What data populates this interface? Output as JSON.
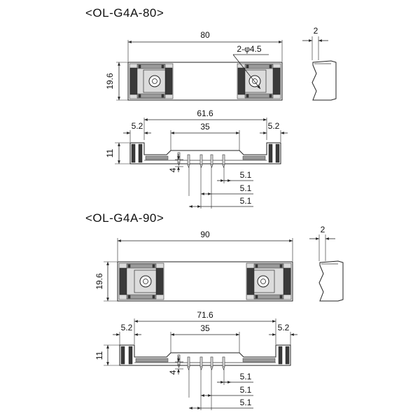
{
  "sections": [
    {
      "title": "<OL-G4A-80>",
      "top_view": {
        "length": "80",
        "height": "19.6",
        "hole": "2-φ4.5"
      },
      "side_view": {
        "thickness": "2"
      },
      "front_view": {
        "overall": "61.6",
        "inner": "35",
        "left_edge": "5.2",
        "right_edge": "5.2",
        "height": "11",
        "pin_len": "4",
        "pitch_1": "5.1",
        "pitch_2": "5.1",
        "pitch_3": "5.1"
      }
    },
    {
      "title": "<OL-G4A-90>",
      "top_view": {
        "length": "90",
        "height": "19.6"
      },
      "side_view": {
        "thickness": "2"
      },
      "front_view": {
        "overall": "71.6",
        "inner": "35",
        "left_edge": "5.2",
        "right_edge": "5.2",
        "height": "11",
        "pin_len": "4",
        "pitch_1": "5.1",
        "pitch_2": "5.1",
        "pitch_3": "5.1"
      }
    }
  ]
}
